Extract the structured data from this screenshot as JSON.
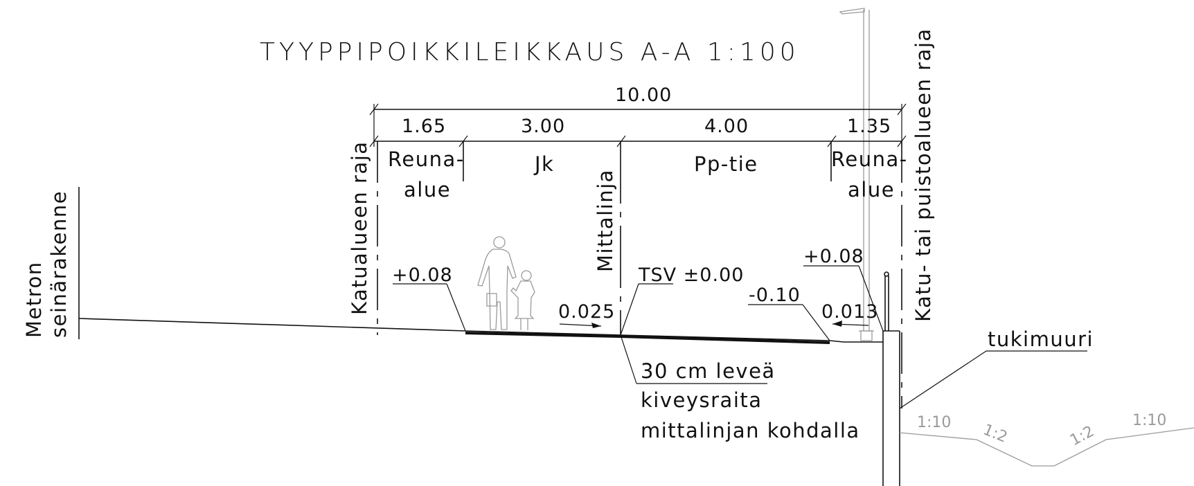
{
  "title": "TYYPPIPOIKKILEIKKAUS A-A 1:100",
  "dimensions": {
    "total": "10.00",
    "segments": [
      "1.65",
      "3.00",
      "4.00",
      "1.35"
    ]
  },
  "zones": {
    "reuna_left_1": "Reuna-",
    "reuna_left_2": "alue",
    "jk": "Jk",
    "pp_tie": "Pp-tie",
    "reuna_right_1": "Reuna-",
    "reuna_right_2": "alue"
  },
  "boundaries": {
    "katualueen_raja": "Katualueen raja",
    "mittalinja": "Mittalinja",
    "katu_puisto": "Katu- tai puistoalueen raja"
  },
  "metro": {
    "line1": "Metron",
    "line2": "seinärakenne"
  },
  "elevations": {
    "left": "+0.08",
    "tsv": "TSV ±0.00",
    "minus": "-0.10",
    "right": "+0.08"
  },
  "slopes": {
    "left": "0.025",
    "right": "0.013"
  },
  "notes": {
    "kiveys_1": "30 cm leveä",
    "kiveys_2": "kiveysraita",
    "kiveys_3": "mittalinjan kohdalla",
    "tukimuuri": "tukimuuri"
  },
  "ditch_slopes": [
    "1:10",
    "1:2",
    "1:2",
    "1:10"
  ],
  "colors": {
    "ink": "#111111",
    "light": "#9a9a9a",
    "background": "#ffffff"
  }
}
